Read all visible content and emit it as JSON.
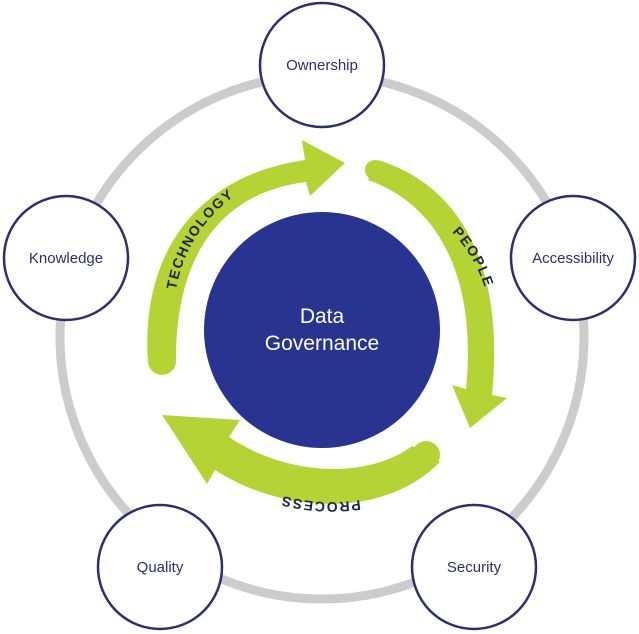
{
  "center": {
    "line1": "Data",
    "line2": "Governance"
  },
  "nodes": [
    {
      "label": "Ownership"
    },
    {
      "label": "Accessibility"
    },
    {
      "label": "Security"
    },
    {
      "label": "Quality"
    },
    {
      "label": "Knowledge"
    }
  ],
  "cycle": [
    {
      "label": "TECHNOLOGY"
    },
    {
      "label": "PEOPLE"
    },
    {
      "label": "PROCESS"
    }
  ],
  "colors": {
    "ring": "#cccccc",
    "node_border": "#2b2f6e",
    "center_fill": "#28348f",
    "arrow_fill": "#b5d334"
  }
}
